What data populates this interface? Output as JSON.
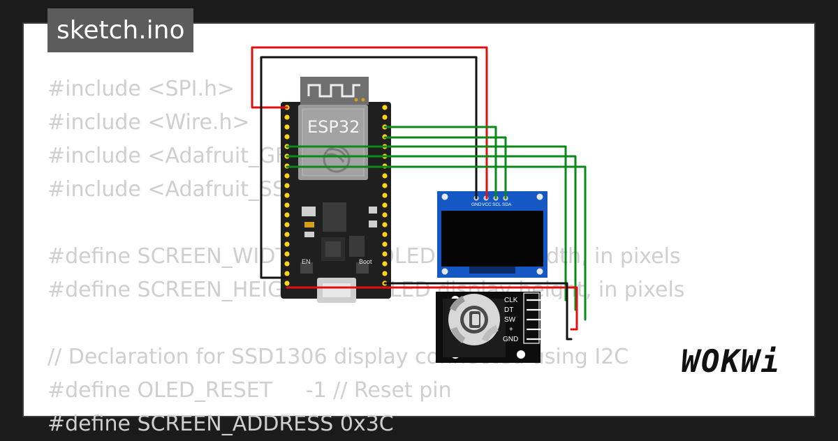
{
  "header": {
    "file_name": "sketch.ino"
  },
  "code_lines": [
    "#include <SPI.h>",
    "#include <Wire.h>",
    "#include <Adafruit_GFX.h>",
    "#include <Adafruit_SSD1306.h>",
    "",
    "#define SCREEN_WIDTH 128 // OLED display width, in pixels",
    "#define SCREEN_HEIGHT 64 // OLED display height, in pixels",
    "",
    "// Declaration for SSD1306 display connected using I2C",
    "#define OLED_RESET     -1 // Reset pin",
    "#define SCREEN_ADDRESS 0x3C"
  ],
  "esp32": {
    "label": "ESP32",
    "en_label": "EN",
    "boot_label": "Boot"
  },
  "oled": {
    "pins": [
      "GND",
      "VCC",
      "SCL",
      "SDA"
    ]
  },
  "encoder": {
    "pins": [
      "CLK",
      "DT",
      "SW",
      "+",
      "GND"
    ]
  },
  "brand": {
    "logo_text": "WOKWi"
  },
  "colors": {
    "wire_red": "#e01010",
    "wire_black": "#111111",
    "wire_green": "#0a8a18",
    "board": "#1f1f1f",
    "oled_frame": "#1558c4",
    "code_text": "#cfcfcf"
  }
}
